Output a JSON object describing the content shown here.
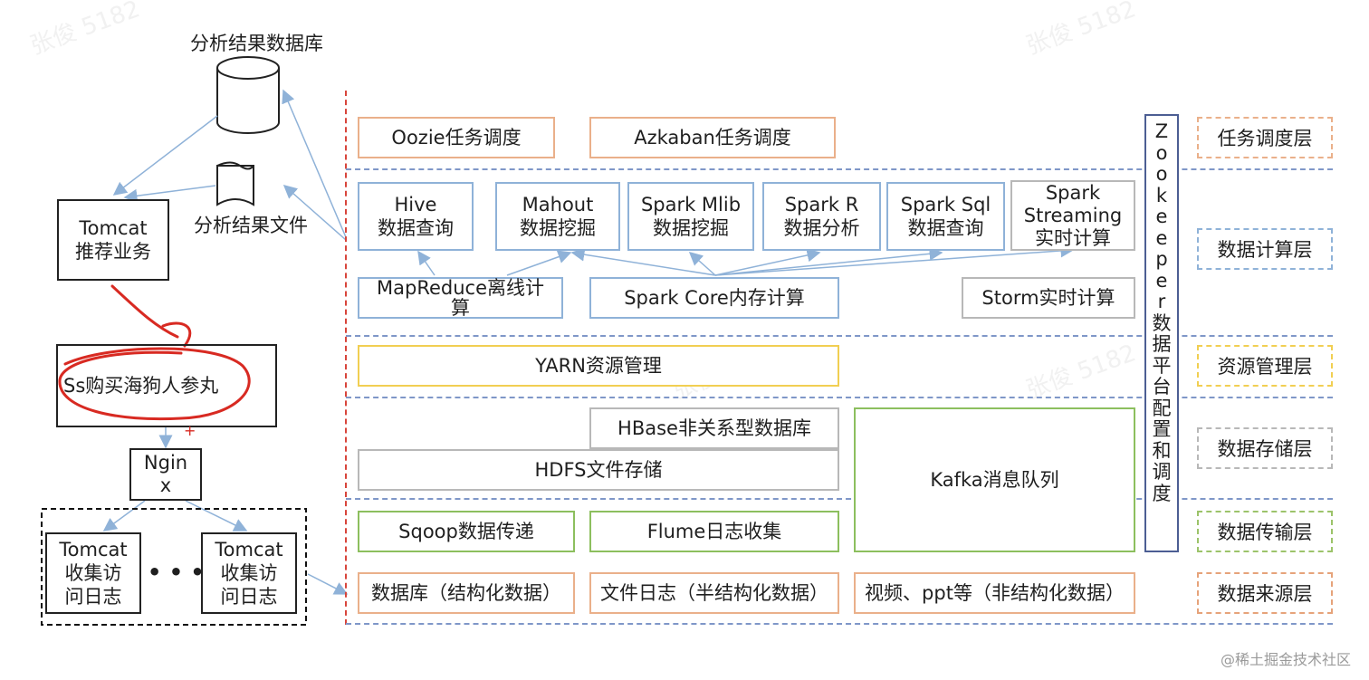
{
  "left": {
    "db_label": "分析结果数据库",
    "file_label": "分析结果文件",
    "tomcat_rec": [
      "Tomcat",
      "推荐业务"
    ],
    "ss_box": "Ss购买海狗人参丸",
    "nginx": [
      "Ngin",
      "x"
    ],
    "tomcat_log": [
      "Tomcat",
      "收集访",
      "问日志"
    ],
    "ellipsis": "• • •",
    "plus": "+"
  },
  "boxes": {
    "oozie": "Oozie任务调度",
    "azkaban": "Azkaban任务调度",
    "hive": [
      "Hive",
      "数据查询"
    ],
    "mahout": [
      "Mahout",
      "数据挖掘"
    ],
    "spark_mlib": [
      "Spark Mlib",
      "数据挖掘"
    ],
    "spark_r": [
      "Spark R",
      "数据分析"
    ],
    "spark_sql": [
      "Spark Sql",
      "数据查询"
    ],
    "spark_streaming": [
      "Spark",
      "Streaming",
      "实时计算"
    ],
    "mapreduce": [
      "MapReduce离线计",
      "算"
    ],
    "spark_core": "Spark Core内存计算",
    "storm": "Storm实时计算",
    "yarn": "YARN资源管理",
    "hbase": "HBase非关系型数据库",
    "hdfs": "HDFS文件存储",
    "kafka": "Kafka消息队列",
    "sqoop": "Sqoop数据传递",
    "flume": "Flume日志收集",
    "src_db": "数据库（结构化数据）",
    "src_file": "文件日志（半结构化数据）",
    "src_video": "视频、ppt等（非结构化数据）"
  },
  "zookeeper": [
    "Z",
    "o",
    "o",
    "k",
    "e",
    "e",
    "p",
    "e",
    "r",
    "数",
    "据",
    "平",
    "台",
    "配",
    "置",
    "和",
    "调",
    "度"
  ],
  "layers": [
    "任务调度层",
    "数据计算层",
    "资源管理层",
    "数据存储层",
    "数据传输层",
    "数据来源层"
  ],
  "watermark": "张俊 5182",
  "footer": "@稀土掘金技术社区",
  "colors": {
    "orange": "#eab08a",
    "blue": "#8fb2d8",
    "yellow": "#f1cf52",
    "green": "#8cbf5e",
    "gray": "#b8b8b8",
    "dash_blue": "#7f97c8",
    "dash_red": "#d8453b",
    "scribble_red": "#d82a22"
  }
}
